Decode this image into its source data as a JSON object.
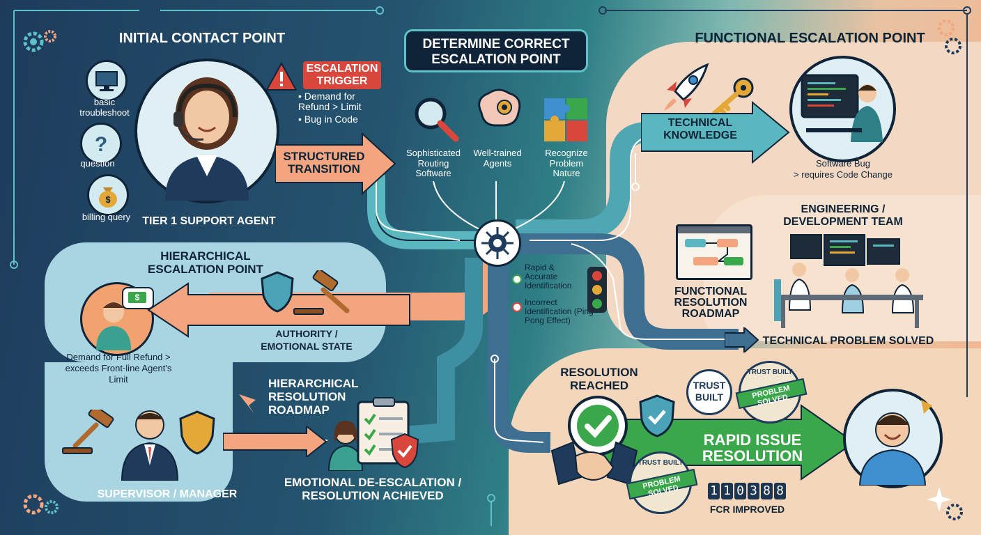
{
  "colors": {
    "navy": "#1e3b5c",
    "teal": "#2f7f86",
    "peach": "#f6d8c0",
    "orange_arrow": "#f2a57e",
    "green_arrow": "#3aa84a",
    "red_trigger": "#d9473c",
    "light_blue_panel": "#a9d4e1"
  },
  "left": {
    "title": "INITIAL CONTACT POINT",
    "inquiry_types": [
      "basic troubleshoot",
      "question",
      "billing query"
    ],
    "agent_label": "TIER 1 SUPPORT AGENT",
    "trigger": {
      "title_line1": "ESCALATION",
      "title_line2": "TRIGGER",
      "items": [
        "Demand for Refund > Limit",
        "Bug in Code"
      ]
    },
    "transition_line1": "STRUCTURED",
    "transition_line2": "TRANSITION"
  },
  "center": {
    "title_line1": "DETERMINE CORRECT",
    "title_line2": "ESCALATION POINT",
    "factors": [
      "Sophisticated Routing Software",
      "Well-trained Agents",
      "Recognize Problem Nature"
    ],
    "legend": [
      {
        "label": "Rapid & Accurate Identification",
        "color": "#3aa84a"
      },
      {
        "label": "Incorrect Identification (Ping-Pong Effect)",
        "color": "#d9473c"
      }
    ]
  },
  "hierarchical": {
    "title_line1": "HIERARCHICAL",
    "title_line2": "ESCALATION POINT",
    "authority_line1": "AUTHORITY /",
    "authority_line2": "EMOTIONAL STATE",
    "demand_line1": "Demand for Full Refund >",
    "demand_line2": "exceeds Front-line Agent's",
    "demand_line3": "Limit",
    "supervisor": "SUPERVISOR / MANAGER",
    "roadmap_line1": "HIERARCHICAL",
    "roadmap_line2": "RESOLUTION",
    "roadmap_line3": "ROADMAP",
    "outcome_line1": "EMOTIONAL DE-ESCALATION /",
    "outcome_line2": "RESOLUTION ACHIEVED"
  },
  "functional": {
    "title": "FUNCTIONAL ESCALATION POINT",
    "knowledge_line1": "TECHNICAL",
    "knowledge_line2": "KNOWLEDGE",
    "bug_line1": "Software Bug",
    "bug_line2": "> requires Code Change",
    "team_line1": "ENGINEERING /",
    "team_line2": "DEVELOPMENT TEAM",
    "roadmap_line1": "FUNCTIONAL",
    "roadmap_line2": "RESOLUTION",
    "roadmap_line3": "ROADMAP",
    "solved": "TECHNICAL PROBLEM SOLVED"
  },
  "resolution": {
    "reached_line1": "RESOLUTION",
    "reached_line2": "REACHED",
    "trust_line1": "TRUST",
    "trust_line2": "BUILT",
    "stamp_top": "TRUST BUILT",
    "stamp_banner": "PROBLEM SOLVED",
    "rapid_line1": "RAPID ISSUE",
    "rapid_line2": "RESOLUTION",
    "fcr_digits": [
      "1",
      "1",
      "0",
      "3",
      "8",
      "8"
    ],
    "fcr_label": "FCR IMPROVED"
  },
  "icons": [
    "monitor-icon",
    "question-icon",
    "money-bag-icon",
    "warning-icon",
    "magnifier-icon",
    "brain-gear-icon",
    "puzzle-icon",
    "hub-icon",
    "traffic-light-icon",
    "rocket-icon",
    "key-icon",
    "shield-icon",
    "gavel-icon",
    "clipboard-icon",
    "handshake-icon",
    "checkmark-icon",
    "gear-icon"
  ]
}
